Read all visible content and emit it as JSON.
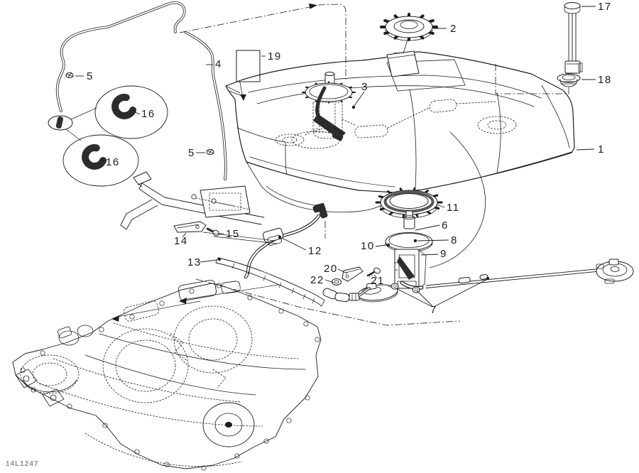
{
  "figure": {
    "code": "14L1247",
    "background": "#ffffff",
    "ink": "#1c1c1c",
    "dark_fill": "#2d2d2d",
    "code_color": "#8e8e8e"
  },
  "callouts": {
    "tank": "1",
    "cap": "2",
    "pump_in_tank": "3",
    "vent_hose": "4",
    "clip_a": "5",
    "clip_b": "5",
    "retainer": "6",
    "clamp": "7",
    "seal": "8",
    "module": "9",
    "gasket": "10",
    "lock_ring": "11",
    "hose_upper": "12",
    "hose_lower": "13",
    "bracket": "14",
    "screw_bracket": "15",
    "grommet_a": "16",
    "grommet_b": "16",
    "dipstick": "17",
    "grommet_tank": "18",
    "sticker": "19",
    "support": "20",
    "screw_support": "21",
    "washer": "22"
  }
}
